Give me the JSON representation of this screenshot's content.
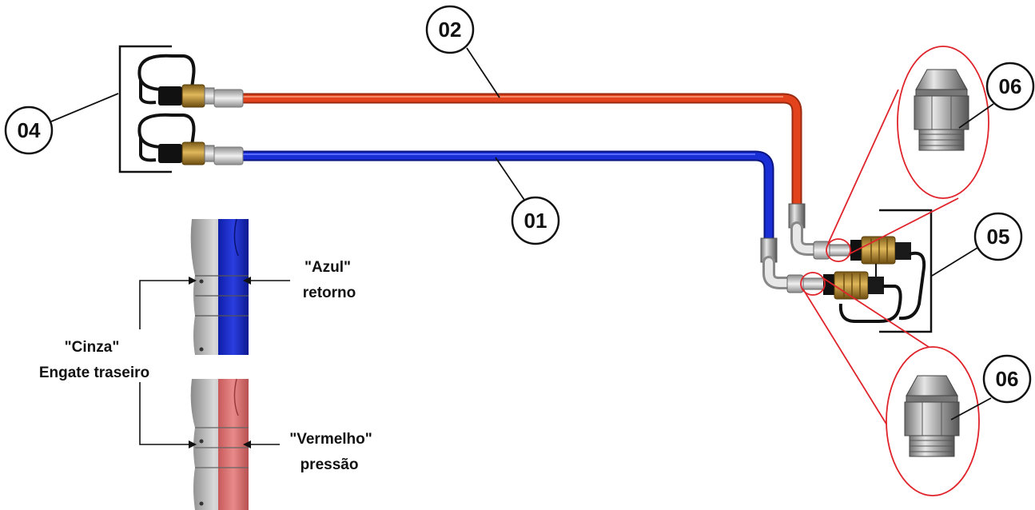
{
  "callouts": {
    "c01": "01",
    "c02": "02",
    "c04": "04",
    "c05": "05",
    "c06_top": "06",
    "c06_bottom": "06"
  },
  "labels": {
    "blue_name": "\"Azul\"",
    "blue_role": "retorno",
    "gray_name": "\"Cinza\"",
    "gray_role": "Engate traseiro",
    "red_name": "\"Vermelho\"",
    "red_role": "pressão"
  },
  "colors": {
    "return_hose": "#1a2ed6",
    "pressure_hose": "#e2431c",
    "highlight": "#e0242b",
    "brass": "#b8892e",
    "gray_part": "#bdbdbd",
    "blue_band": "#1f2fc7",
    "red_band": "#d46b6b"
  }
}
